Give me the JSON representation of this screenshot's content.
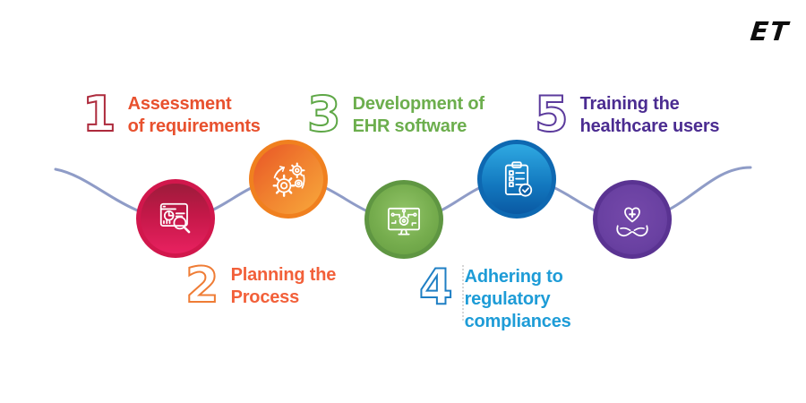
{
  "logo": {
    "text": "ET"
  },
  "connector": {
    "color": "#8f9cc7"
  },
  "background": "#ffffff",
  "steps": [
    {
      "number": "1",
      "title": "Assessment of requirements",
      "lines": [
        "Assessment",
        "of requirements"
      ],
      "icon": "report-analysis-icon",
      "number_color": "#ad2a3c",
      "label_color": "#e8512e",
      "circle_border": "#d1174c",
      "circle_gradient": [
        "#9c1c3b",
        "#e82160"
      ]
    },
    {
      "number": "2",
      "title": "Planning the Process",
      "lines": [
        "Planning the",
        "Process"
      ],
      "icon": "gears-process-icon",
      "number_color": "#ef7c35",
      "label_color": "#f2603a",
      "circle_border": "#f0801f",
      "circle_gradient": [
        "#e85427",
        "#f8a93c"
      ]
    },
    {
      "number": "3",
      "title": "Development of EHR software",
      "lines": [
        "Development of",
        "EHR software"
      ],
      "icon": "software-development-icon",
      "number_color": "#5ea746",
      "label_color": "#6cae4d",
      "circle_border": "#5f9642",
      "circle_gradient": [
        "#93c569",
        "#649c40"
      ]
    },
    {
      "number": "4",
      "title": "Adhering to regulatory compliances",
      "lines": [
        "Adhering to",
        "regulatory",
        "compliances"
      ],
      "icon": "compliance-checklist-icon",
      "number_color": "#1f7fc4",
      "label_color": "#1e9cd7",
      "circle_border": "#0e68b1",
      "circle_gradient": [
        "#2fa9e2",
        "#0a59a3"
      ]
    },
    {
      "number": "5",
      "title": "Training the healthcare users",
      "lines": [
        "Training the",
        "healthcare users"
      ],
      "icon": "healthcare-training-icon",
      "number_color": "#5b3a9c",
      "label_color": "#4b2c91",
      "circle_border": "#5a3392",
      "circle_gradient": [
        "#7549aa",
        "#5e3897"
      ]
    }
  ]
}
